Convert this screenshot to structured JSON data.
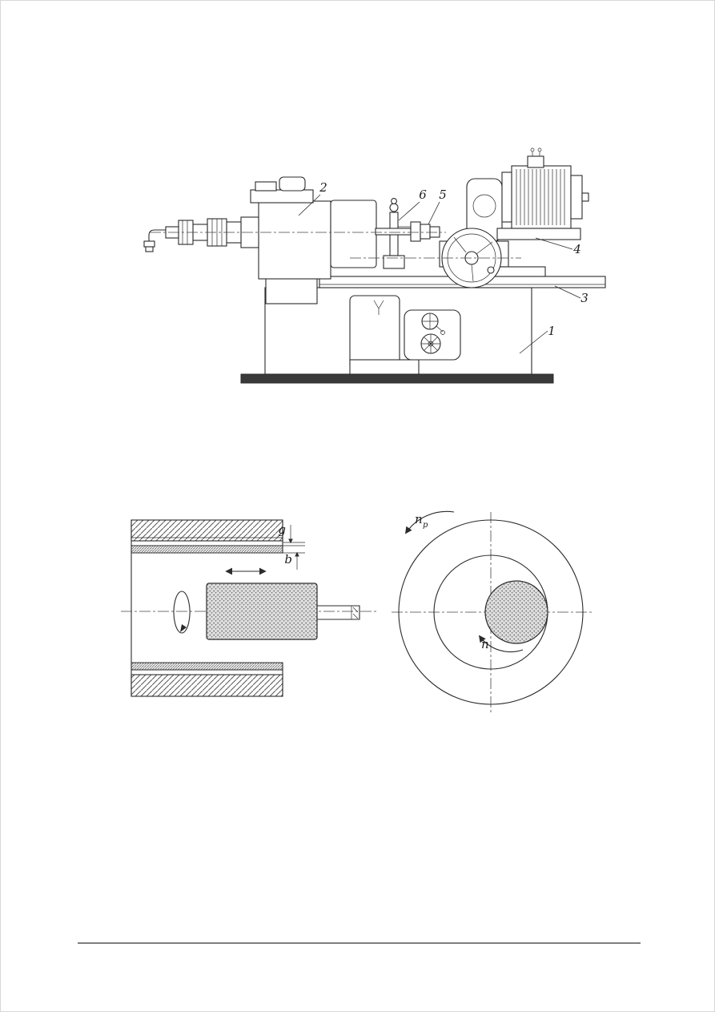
{
  "machine": {
    "callouts": {
      "c1": "1",
      "c2": "2",
      "c3": "3",
      "c4": "4",
      "c5": "5",
      "c6": "6"
    }
  },
  "scheme": {
    "workpiece_speed_base": "n",
    "workpiece_speed_sub": "p",
    "wheel_speed": "n",
    "dim_top": "g",
    "dim_bottom": "b"
  }
}
